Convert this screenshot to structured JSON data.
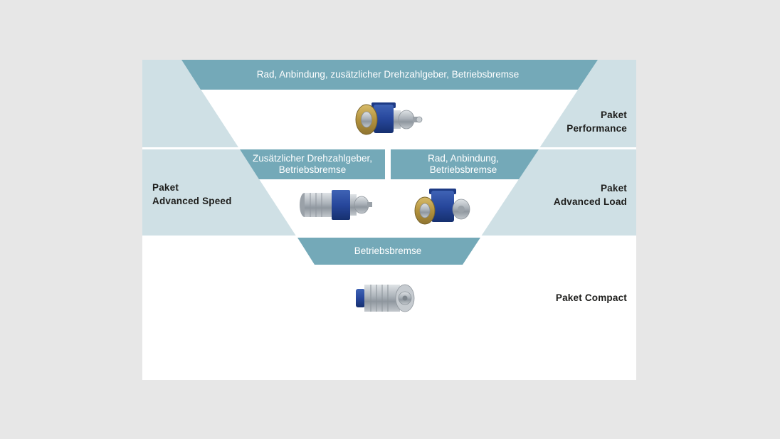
{
  "colors": {
    "page_background": "#e7e7e7",
    "panel_background": "#cfe0e5",
    "funnel": "#ffffff",
    "band": "#74a9b8",
    "band_text": "#ffffff",
    "label_text": "#1d1d1b",
    "motor_blue": "#27479c",
    "motor_metal": "#b7bdc3",
    "wheel_gold": "#b3923d"
  },
  "tiers": [
    {
      "bands": [
        {
          "lines": [
            "Rad, Anbindung, zusätzlicher Drehzahlgeber, Betriebsbremse"
          ]
        }
      ],
      "labels": [
        {
          "lines": [
            "Paket",
            "Performance"
          ]
        }
      ]
    },
    {
      "bands": [
        {
          "lines": [
            "Zusätzlicher Drehzahlgeber,",
            "Betriebsbremse"
          ]
        },
        {
          "lines": [
            "Rad, Anbindung,",
            "Betriebsbremse"
          ]
        }
      ],
      "labels": [
        {
          "lines": [
            "Paket",
            "Advanced Speed"
          ]
        },
        {
          "lines": [
            "Paket",
            "Advanced Load"
          ]
        }
      ]
    },
    {
      "bands": [
        {
          "lines": [
            "Betriebsbremse"
          ]
        }
      ],
      "labels": [
        {
          "lines": [
            "Paket Compact"
          ]
        }
      ]
    }
  ],
  "motor_images": [
    "performance-gearmotor-with-wheel",
    "advanced-speed-gearmotor",
    "advanced-load-gearmotor-with-wheel",
    "compact-gearmotor"
  ]
}
